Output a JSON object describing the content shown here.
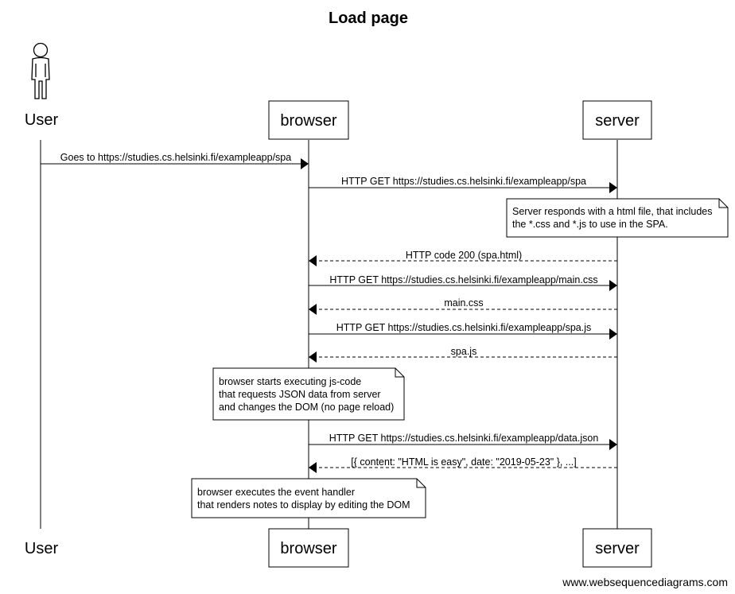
{
  "title": "Load page",
  "actors": [
    {
      "id": "user",
      "label": "User",
      "kind": "person"
    },
    {
      "id": "browser",
      "label": "browser",
      "kind": "box"
    },
    {
      "id": "server",
      "label": "server",
      "kind": "box"
    }
  ],
  "messages": [
    {
      "from": "user",
      "to": "browser",
      "label": "Goes to https://studies.cs.helsinki.fi/exampleapp/spa",
      "style": "solid"
    },
    {
      "from": "browser",
      "to": "server",
      "label": "HTTP GET https://studies.cs.helsinki.fi/exampleapp/spa",
      "style": "solid"
    },
    {
      "from": "server",
      "to": "browser",
      "label": "HTTP code 200 (spa.html)",
      "style": "dashed"
    },
    {
      "from": "browser",
      "to": "server",
      "label": "HTTP GET https://studies.cs.helsinki.fi/exampleapp/main.css",
      "style": "solid"
    },
    {
      "from": "server",
      "to": "browser",
      "label": "main.css",
      "style": "dashed"
    },
    {
      "from": "browser",
      "to": "server",
      "label": "HTTP GET https://studies.cs.helsinki.fi/exampleapp/spa.js",
      "style": "solid"
    },
    {
      "from": "server",
      "to": "browser",
      "label": "spa.js",
      "style": "dashed"
    },
    {
      "from": "browser",
      "to": "server",
      "label": "HTTP GET https://studies.cs.helsinki.fi/exampleapp/data.json",
      "style": "solid"
    },
    {
      "from": "server",
      "to": "browser",
      "label": "[{ content: \"HTML is easy\", date: \"2019-05-23\" }, ...]",
      "style": "dashed"
    }
  ],
  "notes": [
    {
      "over": "server",
      "lines": [
        "Server responds with a html file, that includes",
        "the *.css and *.js to use in the SPA."
      ]
    },
    {
      "over": "browser",
      "lines": [
        "browser starts executing js-code",
        "that requests JSON data from server",
        "and changes the DOM (no page reload)"
      ]
    },
    {
      "over": "browser",
      "lines": [
        "browser executes the event handler",
        "that renders notes to display by editing the DOM"
      ]
    }
  ],
  "watermark": "www.websequencediagrams.com"
}
